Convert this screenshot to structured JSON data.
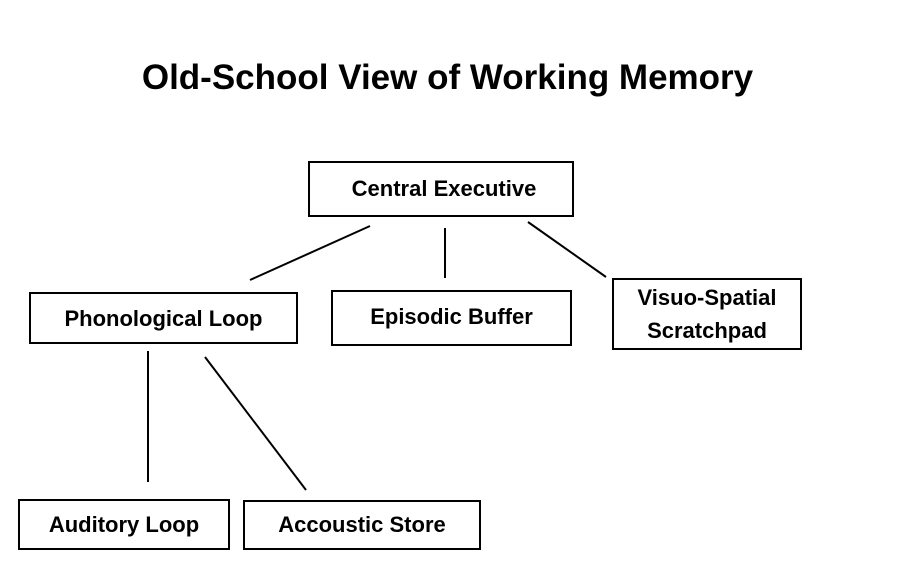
{
  "title": "Old-School View of Working Memory",
  "nodes": {
    "central_executive": "Central Executive",
    "phonological_loop": "Phonological Loop",
    "episodic_buffer": "Episodic Buffer",
    "visuo_spatial_line1": "Visuo-Spatial",
    "visuo_spatial_line2": "Scratchpad",
    "auditory_loop": "Auditory Loop",
    "accoustic_store": "Accoustic Store"
  },
  "edges": [
    {
      "from": "Central Executive",
      "to": "Phonological Loop"
    },
    {
      "from": "Central Executive",
      "to": "Episodic Buffer"
    },
    {
      "from": "Central Executive",
      "to": "Visuo-Spatial Scratchpad"
    },
    {
      "from": "Phonological Loop",
      "to": "Auditory Loop"
    },
    {
      "from": "Phonological Loop",
      "to": "Accoustic Store"
    }
  ]
}
